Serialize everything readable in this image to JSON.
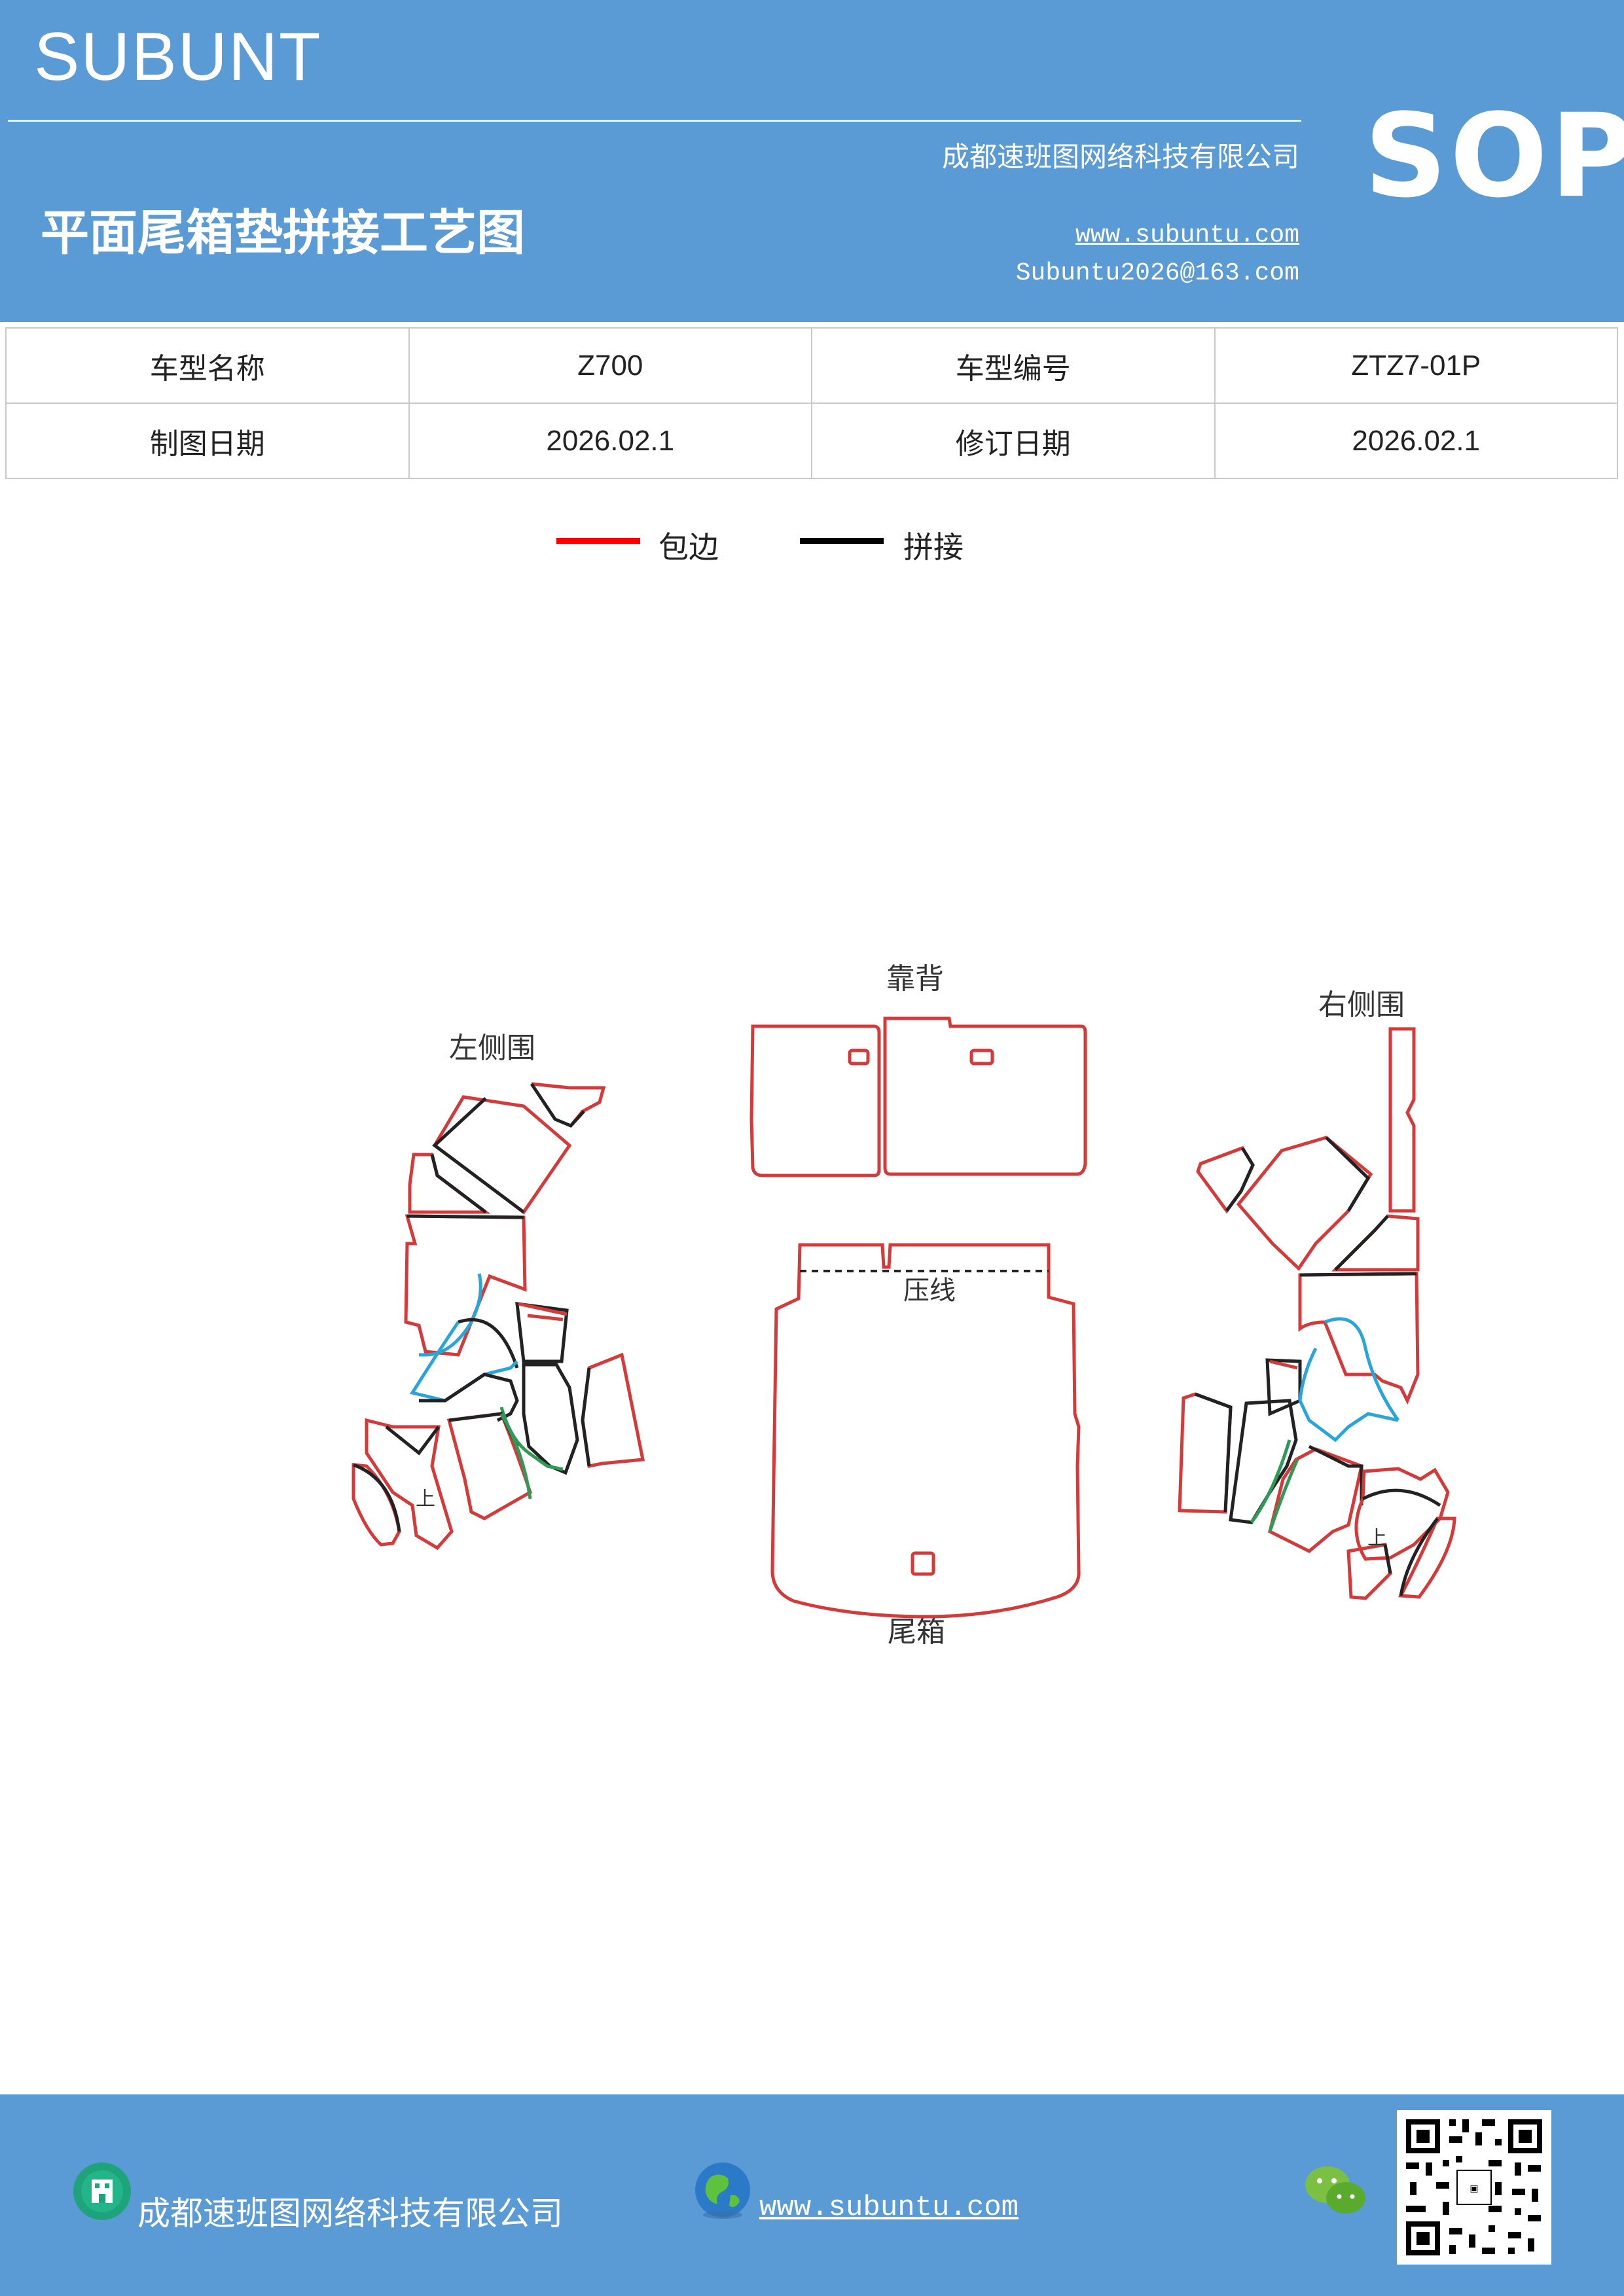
{
  "header": {
    "brand": "SUBUNT",
    "company": "成都速班图网络科技有限公司",
    "title": "平面尾箱垫拼接工艺图",
    "website": "www.subuntu.com",
    "email": "Subuntu2026@163.com",
    "badge": "SOP"
  },
  "info_table": {
    "rows": [
      [
        "车型名称",
        "Z700",
        "车型编号",
        "ZTZ7-01P"
      ],
      [
        "制图日期",
        "2026.02.1",
        "修订日期",
        "2026.02.1"
      ]
    ]
  },
  "legend": {
    "items": [
      {
        "label": "包边",
        "color": "#ff0000"
      },
      {
        "label": "拼接",
        "color": "#000000"
      }
    ]
  },
  "diagram": {
    "labels": {
      "left": "左侧围",
      "back": "靠背",
      "right": "右侧围",
      "press_line": "压线",
      "trunk": "尾箱",
      "mark_left": "上",
      "mark_right": "上"
    },
    "colors": {
      "edge": "#d43a3a",
      "seam": "#222222",
      "blue": "#2aa5d8",
      "green": "#2f9a55"
    }
  },
  "footer": {
    "company": "成都速班图网络科技有限公司",
    "website": "www.subuntu.com",
    "icons": [
      "building-icon",
      "globe-icon",
      "wechat-icon",
      "qr-code"
    ]
  }
}
